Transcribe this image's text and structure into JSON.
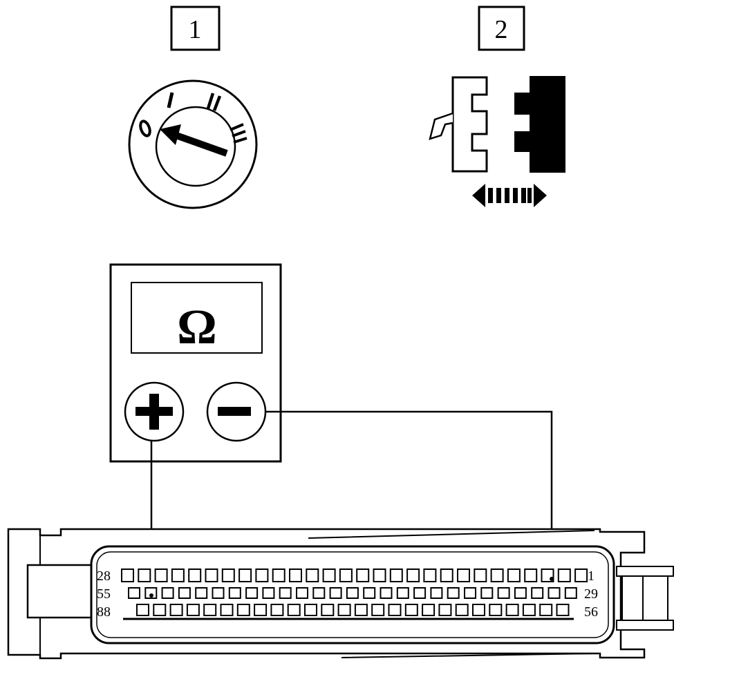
{
  "steps": {
    "step1": {
      "number": "1"
    },
    "step2": {
      "number": "2"
    }
  },
  "ignition_switch": {
    "positions": [
      "0",
      "I",
      "II",
      "III"
    ],
    "selected": "0"
  },
  "ohmmeter": {
    "symbol": "Ω",
    "positive_terminal": "+",
    "negative_terminal": "−"
  },
  "connector": {
    "row1": {
      "left_pin": "28",
      "right_pin": "1"
    },
    "row2": {
      "left_pin": "55",
      "right_pin": "29"
    },
    "row3": {
      "left_pin": "88",
      "right_pin": "56"
    }
  },
  "colors": {
    "ink": "#000000",
    "paper": "#ffffff"
  }
}
